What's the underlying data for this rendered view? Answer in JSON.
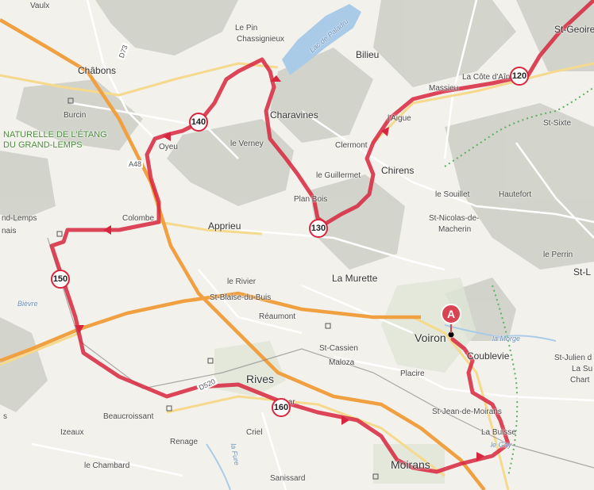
{
  "colors": {
    "route": "#d7263d",
    "motorway": "#f0a040",
    "water": "#a9cbe8",
    "terrain": "#c9ccc4",
    "green": "#4c8c3c"
  },
  "place_labels": {
    "vaulx": "Vaulx",
    "le_pin": "Le Pin",
    "chassignieux": "Chassignieux",
    "lac_paladru": "Lac de Paladru",
    "bilieu": "Bilieu",
    "st_geoire": "St-Geoire",
    "chabons": "Châbons",
    "burcin": "Burcin",
    "la_cote_dain": "La Côte d'Aîn",
    "massieu": "Massieu",
    "charavines": "Charavines",
    "reserve_1": "NATURELLE DE L'ÉTANG",
    "reserve_2": "DU GRAND-LEMPS",
    "st_sixte": "St-Sixte",
    "oyeu": "Oyeu",
    "le_verney": "le Verney",
    "clermont": "Clermont",
    "l_aigue": "l'Aigue",
    "le_guillermet": "le Guillermet",
    "chirens": "Chirens",
    "plan_bois": "Plan Bois",
    "le_souillet": "le Souillet",
    "hautefort": "Hautefort",
    "grand_lemps": "nd-Lemps",
    "nais": "nais",
    "colombe": "Colombe",
    "apprieu": "Apprieu",
    "st_nicolas": "St-Nicolas-de-",
    "macherin": "Macherin",
    "le_perrin": "le Perrin",
    "st_l": "St-L",
    "la_murette": "La Murette",
    "le_rivier": "le Rivier",
    "st_blaise": "St-Blaise-du-Buis",
    "bievre": "Bièvre",
    "reaumont": "Réaumont",
    "voiron": "Voiron",
    "la_morge": "la Morge",
    "coublevie": "Coublevie",
    "st_cassien": "St-Cassien",
    "maloza": "Maloza",
    "placire": "Placire",
    "st_julien": "St-Julien d",
    "la_su": "La Su",
    "chart": "Chart",
    "rives": "Rives",
    "beaucroissant": "Beaucroissant",
    "charnecles": "Char",
    "st_jean_moirans": "St-Jean-de-Moirans",
    "izeaux": "Izeaux",
    "renage": "Renage",
    "criel": "Criel",
    "la_buisse": "La Buisse",
    "le_gay": "le Gay",
    "la_fure": "la Fure",
    "le_chambard": "le Chambard",
    "sanissard": "Sanissard",
    "moirans": "Moirans",
    "s_left": "s"
  },
  "road_labels": {
    "d73": "D73",
    "a48": "A48",
    "d520": "D520"
  },
  "km_markers": [
    "120",
    "130",
    "140",
    "150",
    "160"
  ],
  "start_marker": "A"
}
